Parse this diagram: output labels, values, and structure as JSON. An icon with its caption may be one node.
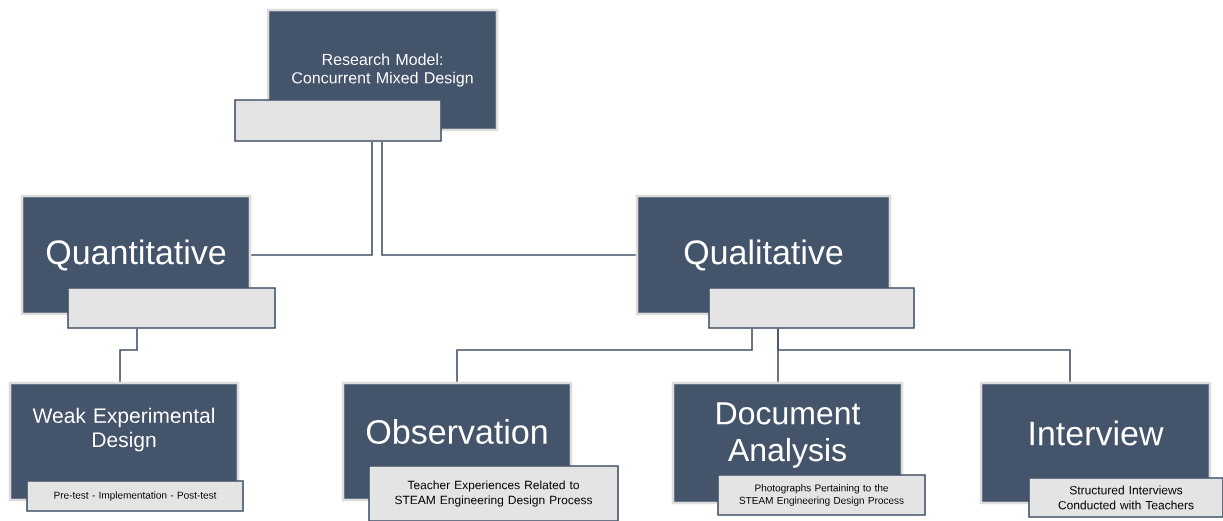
{
  "diagram": {
    "nodes": [
      {
        "text": [
          "Research Model: Concurrent Mixed Design"
        ]
      },
      {
        "text": [
          "Quantitative"
        ]
      },
      {
        "text": [
          "Qualitative"
        ]
      },
      {
        "text": [
          "Weak Experimental Design",
          "Pre-test - Implementation - Post-test"
        ]
      },
      {
        "text": [
          "Observation",
          "Teacher Experiences Related to STEAM Engineering Design Process"
        ]
      },
      {
        "text": [
          "Document Analysis",
          "Photographs Pertaining to the STEAM Engineering Design Process"
        ]
      },
      {
        "text": [
          "Interview",
          "Structured Interviews Conducted with Teachers"
        ]
      }
    ],
    "edges": [
      {
        "from": 0,
        "to": 1,
        "arrow": "none"
      },
      {
        "from": 0,
        "to": 2,
        "arrow": "none"
      },
      {
        "from": 1,
        "to": 3,
        "arrow": "none"
      },
      {
        "from": 2,
        "to": 4,
        "arrow": "none"
      },
      {
        "from": 2,
        "to": 5,
        "arrow": "none"
      },
      {
        "from": 2,
        "to": 6,
        "arrow": "none"
      }
    ]
  }
}
